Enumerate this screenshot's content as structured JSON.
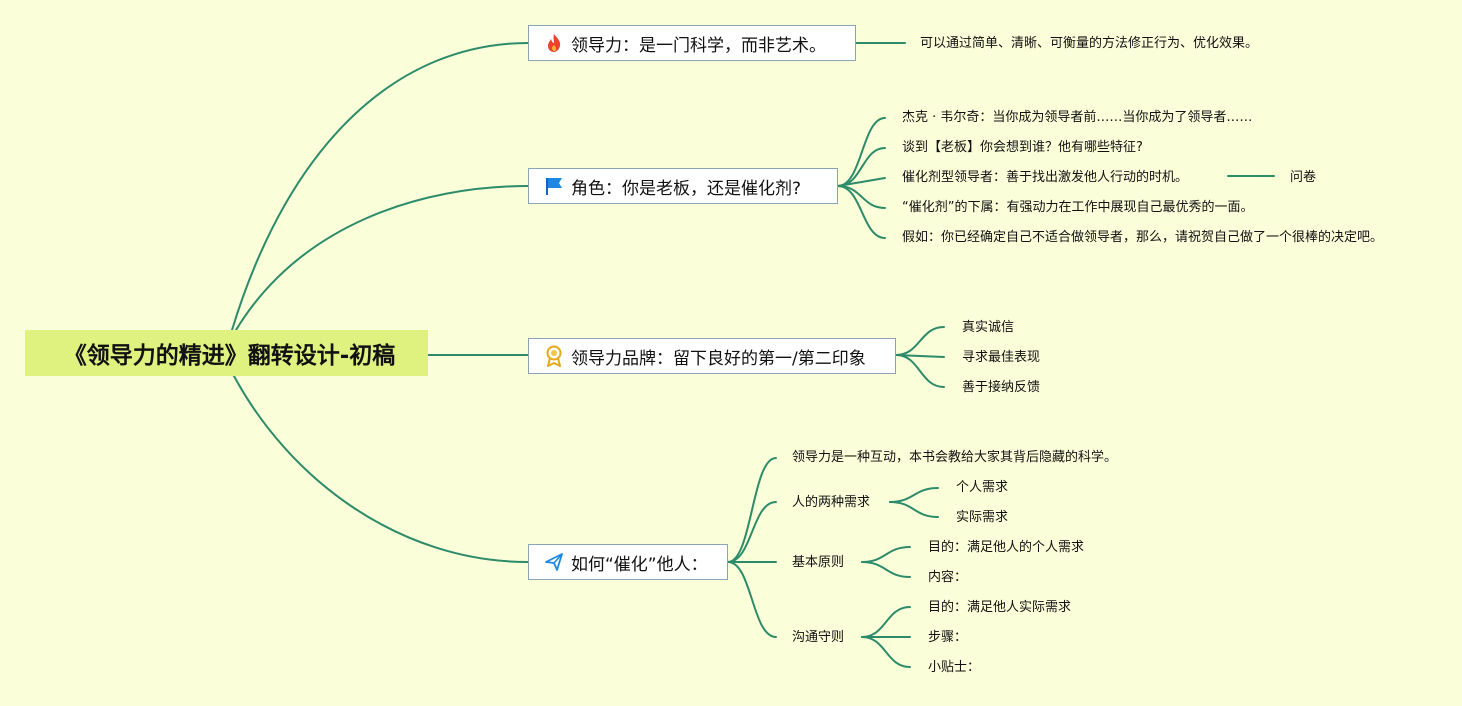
{
  "root": {
    "title": "《领导力的精进》翻转设计-初稿"
  },
  "branches": [
    {
      "title": "领导力：是一门科学，而非艺术。",
      "icon": "fire-icon",
      "children": [
        "可以通过简单、清晰、可衡量的方法修正行为、优化效果。"
      ]
    },
    {
      "title": "角色：你是老板，还是催化剂?",
      "icon": "flag-icon",
      "children": [
        "杰克 · 韦尔奇：当你成为领导者前……当你成为了领导者……",
        "谈到【老板】你会想到谁？他有哪些特征?",
        "催化剂型领导者：善于找出激发他人行动的时机。",
        "“催化剂”的下属：有强动力在工作中展现自己最优秀的一面。",
        "假如：你已经确定自己不适合做领导者，那么，请祝贺自己做了一个很棒的决定吧。"
      ],
      "sub": {
        "parent_index": 2,
        "label": "问卷"
      }
    },
    {
      "title": "领导力品牌：留下良好的第一/第二印象",
      "icon": "award-icon",
      "children": [
        "真实诚信",
        "寻求最佳表现",
        "善于接纳反馈"
      ]
    },
    {
      "title": "如何“催化”他人：",
      "icon": "paper-plane-icon",
      "children": [
        {
          "label": "领导力是一种互动，本书会教给大家其背后隐藏的科学。",
          "children": []
        },
        {
          "label": "人的两种需求",
          "children": [
            "个人需求",
            "实际需求"
          ]
        },
        {
          "label": "基本原则",
          "children": [
            "目的：满足他人的个人需求",
            "内容："
          ]
        },
        {
          "label": "沟通守则",
          "children": [
            "目的：满足他人实际需求",
            "步骤：",
            "小贴士："
          ]
        }
      ]
    }
  ],
  "colors": {
    "background": "#fafed9",
    "root_fill": "#dff27f",
    "line": "#2e8b6a",
    "node_border": "#8aa6b4"
  }
}
